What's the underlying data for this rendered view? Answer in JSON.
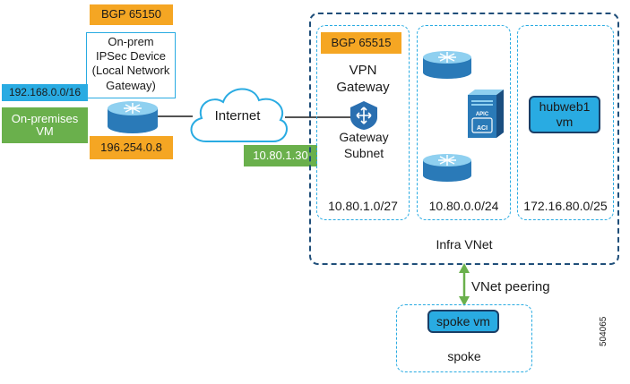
{
  "onprem": {
    "bgp": "BGP 65150",
    "device_line1": "On-prem",
    "device_line2": "IPSec Device",
    "device_line3": "(Local Network",
    "device_line4": "Gateway)",
    "subnet": "192.168.0.0/16",
    "vm_line1": "On-premises",
    "vm_line2": "VM",
    "public_ip": "196.254.0.8"
  },
  "internet": {
    "label": "Internet"
  },
  "gateway": {
    "ip": "10.80.1.30",
    "bgp": "BGP 65515",
    "vpn_line1": "VPN",
    "vpn_line2": "Gateway",
    "subnet_line1": "Gateway",
    "subnet_line2": "Subnet",
    "cidr": "10.80.1.0/27"
  },
  "router_subnet": {
    "cidr": "10.80.0.0/24",
    "apic_line1": "APIC",
    "apic_line2": "ACI"
  },
  "hubweb": {
    "vm_line1": "hubweb1",
    "vm_line2": "vm",
    "cidr": "172.16.80.0/25"
  },
  "infra": {
    "label": "Infra VNet"
  },
  "peering": {
    "label": "VNet peering"
  },
  "spoke": {
    "vm_label": "spoke vm",
    "label": "spoke"
  },
  "figure_id": "504065"
}
